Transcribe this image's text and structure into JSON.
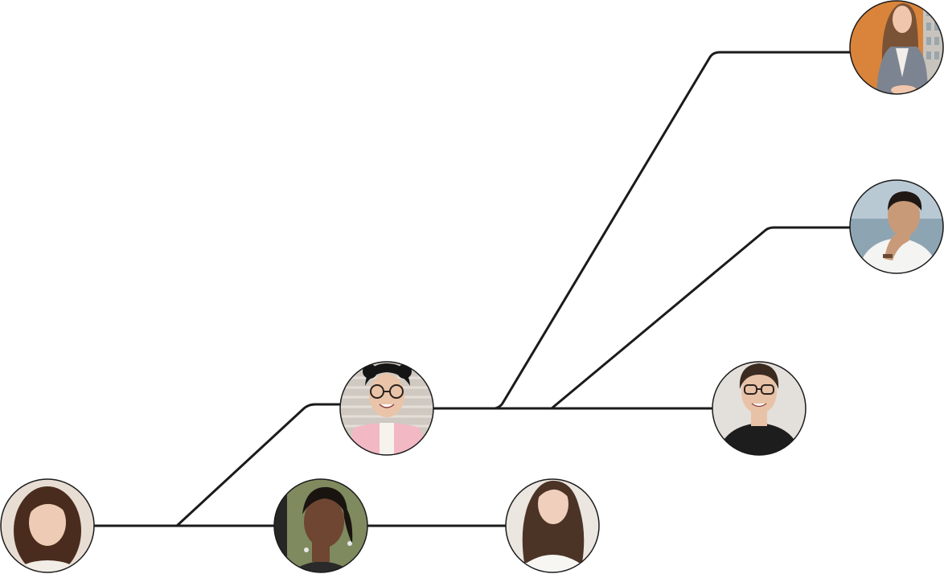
{
  "diagram": {
    "type": "branching-people-tree",
    "line_color": "#1b1b1b",
    "background": "#ffffff",
    "nodes": [
      {
        "id": "root-woman-brown-hair",
        "avatar": "woman-long-brown-hair-portrait",
        "palette": {
          "bg": "#e7ddd3",
          "skin": "#eecbb4",
          "hair": "#4a2c1e",
          "shirt": "#f2ede6"
        }
      },
      {
        "id": "woman-glasses-pink-jacket",
        "avatar": "woman-glasses-smiling-portrait",
        "palette": {
          "bg": "#cfc9c2",
          "skin": "#e9c4a8",
          "hair": "#151515",
          "shirt": "#f2b8c4"
        }
      },
      {
        "id": "man-braids",
        "avatar": "man-braided-hair-portrait",
        "palette": {
          "bg": "#7f8a5f",
          "skin": "#6e4631",
          "hair": "#1a1410",
          "shirt": "#2a2a2a"
        }
      },
      {
        "id": "woman-wavy-hair-white-top",
        "avatar": "woman-wavy-hair-portrait",
        "palette": {
          "bg": "#ebe6e0",
          "skin": "#f0cfbd",
          "hair": "#4b3426",
          "shirt": "#f7f6f3"
        }
      },
      {
        "id": "man-glasses-black-shirt",
        "avatar": "man-glasses-smiling-portrait",
        "palette": {
          "bg": "#e3dfdb",
          "skin": "#e8c2a6",
          "hair": "#3b2a20",
          "shirt": "#1d1d1d"
        }
      },
      {
        "id": "man-white-shirt-sea",
        "avatar": "man-hand-on-chin-portrait",
        "palette": {
          "bg": "#b9c9d4",
          "skin": "#c99a78",
          "hair": "#201814",
          "shirt": "#f4f4f2"
        }
      },
      {
        "id": "woman-blazer-orange-bg",
        "avatar": "woman-grey-blazer-portrait",
        "palette": {
          "bg": "#d9843a",
          "skin": "#f0c7ad",
          "hair": "#7a5236",
          "shirt": "#7d8491"
        }
      }
    ]
  }
}
